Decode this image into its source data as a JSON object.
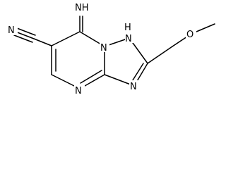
{
  "molecule": {
    "atoms": {
      "cyano_n": "N",
      "imine_nh": "NH",
      "ring_n1_h": "H",
      "ring_n1": "N",
      "ring_n_bridge": "N",
      "ring_n_bottom": "N",
      "ring_n_triazole": "N",
      "ether_o": "O"
    }
  }
}
